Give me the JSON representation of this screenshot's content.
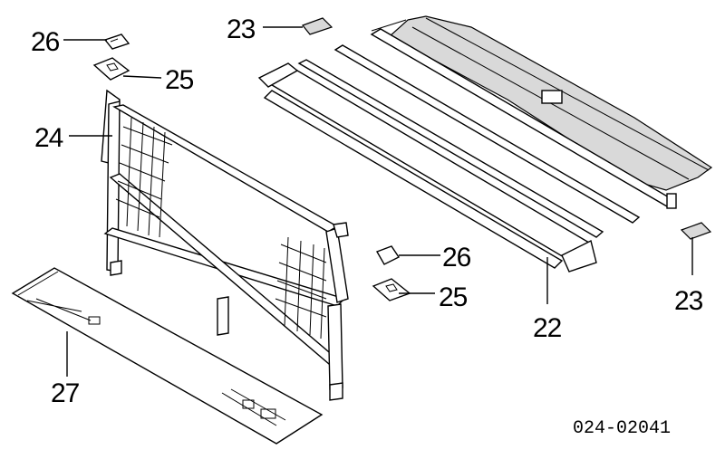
{
  "callouts": {
    "c26_top": "26",
    "c25_top": "25",
    "c24": "24",
    "c23_top": "23",
    "c26_mid": "26",
    "c25_mid": "25",
    "c22": "22",
    "c23_right": "23",
    "c27": "27"
  },
  "diagram_code": "024-02041"
}
